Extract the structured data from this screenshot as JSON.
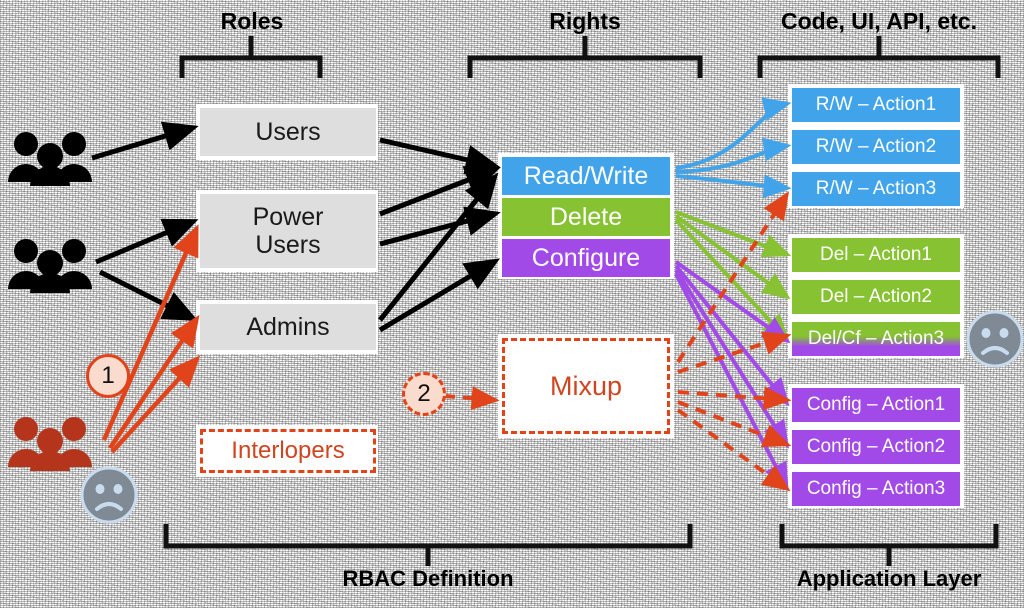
{
  "diagram": {
    "title_headers": [
      {
        "label": "Roles",
        "name": "header-roles"
      },
      {
        "label": "Rights",
        "name": "header-rights"
      },
      {
        "label": "Code, UI, API, etc.",
        "name": "header-code-ui-api"
      }
    ],
    "footer_labels": [
      {
        "label": "RBAC Definition",
        "name": "footer-rbac-definition"
      },
      {
        "label": "Application Layer",
        "name": "footer-application-layer"
      }
    ],
    "roles": [
      {
        "label": "Users",
        "fill": "#dededf"
      },
      {
        "label": "Power Users",
        "fill": "#dededf"
      },
      {
        "label": "Admins",
        "fill": "#dededf"
      }
    ],
    "rogue_role": {
      "label": "Interlopers",
      "color": "#cf4520",
      "border": "#e1431a"
    },
    "rights": [
      {
        "label": "Read/Write",
        "fill": "#41a4eb"
      },
      {
        "label": "Delete",
        "fill": "#86c231"
      },
      {
        "label": "Configure",
        "fill": "#a14ae8"
      }
    ],
    "problem_box": {
      "label": "Mixup",
      "color": "#cf4520",
      "border": "#e1431a"
    },
    "actions": [
      {
        "label": "R/W – Action1",
        "fill": "#41a4eb",
        "group": "read-write"
      },
      {
        "label": "R/W – Action2",
        "fill": "#41a4eb",
        "group": "read-write"
      },
      {
        "label": "R/W – Action3",
        "fill": "#41a4eb",
        "group": "read-write"
      },
      {
        "label": "Del – Action1",
        "fill": "#86c231",
        "group": "delete"
      },
      {
        "label": "Del – Action2",
        "fill": "#86c231",
        "group": "delete"
      },
      {
        "label": "Del/Cf – Action3",
        "fill": "#86c231",
        "group": "delete-configure"
      },
      {
        "label": "Config – Action1",
        "fill": "#a14ae8",
        "group": "configure"
      },
      {
        "label": "Config – Action2",
        "fill": "#a14ae8",
        "group": "configure"
      },
      {
        "label": "Config – Action3",
        "fill": "#a14ae8",
        "group": "configure"
      }
    ],
    "callouts": [
      {
        "label": "1",
        "name": "callout-1",
        "style": "solid"
      },
      {
        "label": "2",
        "name": "callout-2",
        "style": "dashed"
      }
    ],
    "icons": [
      {
        "name": "people-group-users-icon",
        "color": "#000000"
      },
      {
        "name": "people-group-power-users-icon",
        "color": "#000000"
      },
      {
        "name": "people-group-interlopers-icon",
        "color": "#b4351b"
      },
      {
        "name": "sad-face-left-icon",
        "color": "#808a94"
      },
      {
        "name": "sad-face-right-icon",
        "color": "#808a94"
      }
    ],
    "colors": {
      "read_write": "#41a4eb",
      "delete": "#86c231",
      "configure": "#a14ae8",
      "alert": "#e1431a",
      "role_fill": "#dededf",
      "bracket": "#111111"
    }
  }
}
